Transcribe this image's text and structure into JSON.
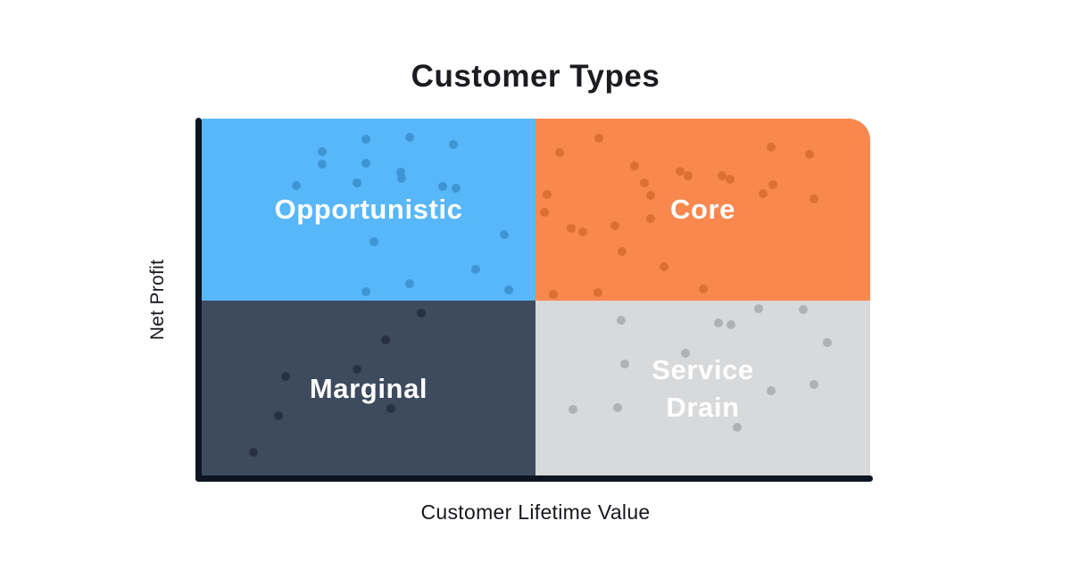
{
  "title": "Customer Types",
  "axes": {
    "x_label": "Customer Lifetime Value",
    "y_label": "Net Profit",
    "axis_color": "#0d1422"
  },
  "quadrants": [
    {
      "id": "opportunistic",
      "label": "Opportunistic",
      "position": "top-left",
      "meaning": "high net profit, low customer lifetime value",
      "bg": "#57b7f9",
      "dot_color": "#3f95d4",
      "dots": [
        [
          49.1,
          11.3
        ],
        [
          62.2,
          10.3
        ],
        [
          75.3,
          14.2
        ],
        [
          36.2,
          18.1
        ],
        [
          36.2,
          25.0
        ],
        [
          49.3,
          24.5
        ],
        [
          59.5,
          29.4
        ],
        [
          28.4,
          36.8
        ],
        [
          46.4,
          35.3
        ],
        [
          59.8,
          32.8
        ],
        [
          72.1,
          37.3
        ],
        [
          76.1,
          38.2
        ],
        [
          90.6,
          63.7
        ],
        [
          51.7,
          67.6
        ],
        [
          82.0,
          82.8
        ],
        [
          62.2,
          90.7
        ],
        [
          49.3,
          95.1
        ],
        [
          92.0,
          94.1
        ]
      ]
    },
    {
      "id": "core",
      "label": "Core",
      "position": "top-right",
      "meaning": "high net profit, high customer lifetime value",
      "bg": "#f8884d",
      "dot_color": "#dd6f33",
      "dots": [
        [
          18.9,
          10.8
        ],
        [
          7.2,
          18.6
        ],
        [
          70.4,
          15.7
        ],
        [
          81.9,
          19.6
        ],
        [
          29.6,
          26.0
        ],
        [
          43.2,
          28.9
        ],
        [
          45.6,
          31.4
        ],
        [
          55.7,
          31.4
        ],
        [
          58.1,
          33.3
        ],
        [
          32.5,
          35.3
        ],
        [
          70.9,
          36.3
        ],
        [
          3.5,
          41.7
        ],
        [
          68.0,
          41.2
        ],
        [
          34.4,
          42.2
        ],
        [
          2.7,
          51.5
        ],
        [
          83.2,
          44.1
        ],
        [
          34.4,
          54.9
        ],
        [
          10.7,
          60.3
        ],
        [
          14.1,
          62.3
        ],
        [
          23.7,
          58.8
        ],
        [
          25.9,
          73.0
        ],
        [
          38.4,
          81.4
        ],
        [
          5.3,
          96.6
        ],
        [
          18.7,
          95.6
        ],
        [
          50.1,
          93.6
        ]
      ]
    },
    {
      "id": "marginal",
      "label": "Marginal",
      "position": "bottom-left",
      "meaning": "low net profit, low customer lifetime value",
      "bg": "#3e4a5e",
      "dot_color": "#273146",
      "dots": [
        [
          65.7,
          7.1
        ],
        [
          55.2,
          22.2
        ],
        [
          46.4,
          38.9
        ],
        [
          25.2,
          42.9
        ],
        [
          56.6,
          61.6
        ],
        [
          23.1,
          65.7
        ],
        [
          15.5,
          86.4
        ]
      ]
    },
    {
      "id": "service-drain",
      "label": "Service\nDrain",
      "position": "bottom-right",
      "meaning": "low net profit, high customer lifetime value",
      "bg": "#d8d9db",
      "dot_color": "#aeb1b5",
      "dots": [
        [
          66.7,
          4.5
        ],
        [
          80.0,
          5.1
        ],
        [
          25.6,
          11.1
        ],
        [
          54.7,
          12.6
        ],
        [
          58.4,
          13.6
        ],
        [
          87.2,
          23.7
        ],
        [
          44.8,
          29.8
        ],
        [
          26.7,
          35.9
        ],
        [
          83.2,
          47.5
        ],
        [
          70.4,
          51.5
        ],
        [
          11.2,
          62.1
        ],
        [
          24.5,
          61.1
        ],
        [
          60.3,
          72.2
        ]
      ]
    }
  ]
}
